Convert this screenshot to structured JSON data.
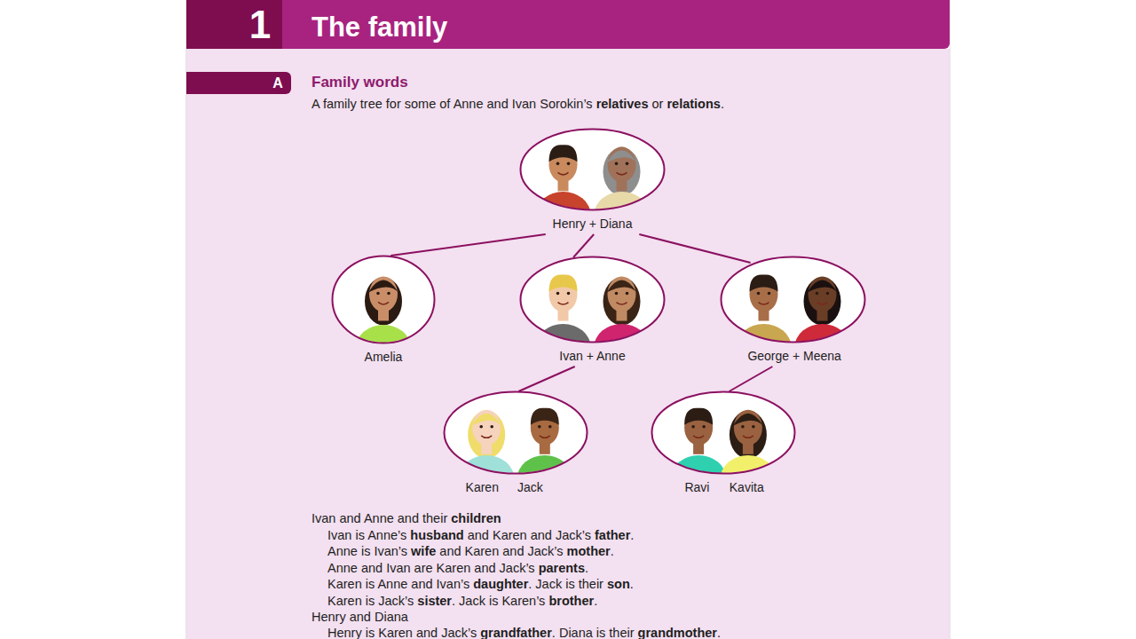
{
  "diagram": {
    "title": "The family",
    "nodes": [
      {
        "text": [
          "Henry + Diana"
        ]
      },
      {
        "text": [
          "Amelia"
        ]
      },
      {
        "text": [
          "Ivan + Anne"
        ]
      },
      {
        "text": [
          "George + Meena"
        ]
      },
      {
        "text": [
          "Karen",
          "Jack"
        ]
      },
      {
        "text": [
          "Ravi",
          "Kavita"
        ]
      }
    ],
    "edges": [
      {
        "from": 0,
        "to": 1,
        "arrow": "none"
      },
      {
        "from": 0,
        "to": 2,
        "arrow": "none"
      },
      {
        "from": 0,
        "to": 3,
        "arrow": "none"
      },
      {
        "from": 2,
        "to": 4,
        "arrow": "none"
      },
      {
        "from": 3,
        "to": 5,
        "arrow": "none"
      }
    ],
    "labels": [
      "1",
      "A",
      "Family words",
      "A family tree for some of Anne and Ivan Sorokin’s relatives or relations.",
      "Ivan and Anne and their children",
      "Ivan is Anne’s husband and Karen and Jack’s father.",
      "Anne is Ivan’s wife and Karen and Jack’s mother.",
      "Anne and Ivan are Karen and Jack’s parents.",
      "Karen is Anne and Ivan’s daughter. Jack is their son.",
      "Karen is Jack’s sister. Jack is Karen’s brother.",
      "Henry and Diana",
      "Henry is Karen and Jack’s grandfather. Diana is their grandmother."
    ]
  }
}
